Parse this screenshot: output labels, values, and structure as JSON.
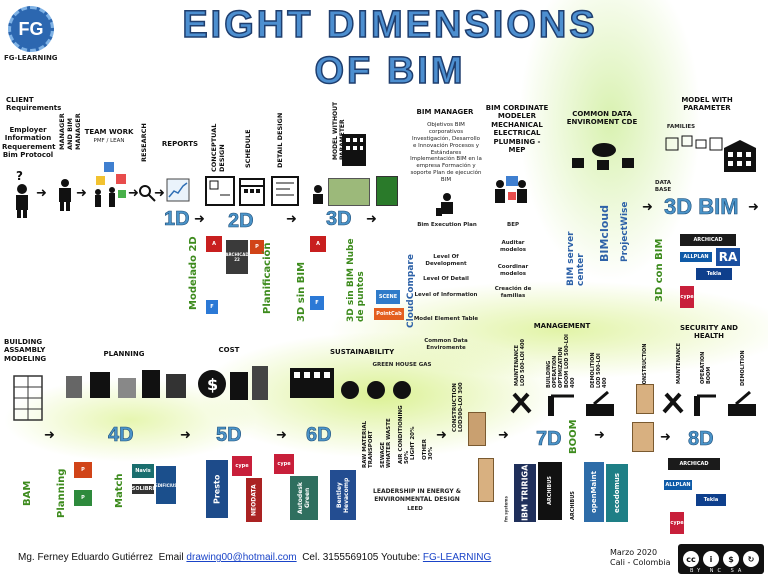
{
  "title": {
    "line1": "EIGHT DIMENSIONS",
    "line2": "OF BIM"
  },
  "logo": {
    "mark": "FG",
    "label": "FG-LEARNING"
  },
  "row1": {
    "client": "CLIENT Requirements",
    "manager_label": "MANAGER AND BIM MANAGER",
    "requirements": "Employer Information Requerement Bim Protocol",
    "team_work": "TEAM WORK",
    "team_sub": "PMF / LEAN",
    "research": "RESEARCH",
    "reports": "REPORTS",
    "conceptual": "CONCEPTUAL DESIGN",
    "schedule": "SCHEDULE",
    "detail": "DETAIL DESIGN",
    "model_without": "MODEL WITHOUT PARAMETER",
    "bim_manager": "BIM MANAGER",
    "bim_manager_tasks": "Objetivos BIM corporativos Investigación, Desarrollo e Innovación Procesos y Estándares Implementación BIM en la empresa Formación y soporte Plan de ejecución BIM",
    "bim_coordinate": "BIM CORDINATE MODELER MECHANICAL ELECTRICAL PLUMBING - MEP",
    "cde": "COMMON DATA ENVIROMENT CDE",
    "model_with": "MODEL WITH PARAMETER",
    "families": "FAMILIES",
    "database": "DATA BASE"
  },
  "dims": {
    "d1": "1D",
    "d2": "2D",
    "d3": "3D",
    "d3bim": "3D BIM",
    "d4": "4D",
    "d5": "5D",
    "d6": "6D",
    "d7": "7D",
    "d8": "8D"
  },
  "vertical_labels": {
    "modelado2d": "Modelado 2D",
    "planificacion": "Planificación",
    "sin_bim": "3D sin BIM",
    "nube": "3D sin BIM Nube de puntos",
    "con_bim": "3D con BIM",
    "bam": "BAM",
    "planning": "Planning",
    "match": "Match",
    "boom": "BOOM"
  },
  "bim_exec": {
    "plan": "Bim Execution Plan",
    "items": [
      "Level Of Development",
      "Level Of Detail",
      "Level of Information",
      "Model Element Table",
      "Common Data Enviromente"
    ]
  },
  "bep": {
    "title": "BEP",
    "items": [
      "Auditar modelos",
      "Coordinar modelos",
      "Creación de familias"
    ]
  },
  "row2": {
    "building": "BUILDING ASSAMBLY MODELING",
    "planning": "PLANNING",
    "cost": "COST",
    "sustainability": "SUSTAINABILITY",
    "green_house": "GREEN HOUSE GAS",
    "raw": "RAW MATERIAL TRANSPORT",
    "sewage": "SEWAGE WHATER WASTE",
    "air": "AIR CONDITIONING 50%",
    "light": "LIGHT 20%",
    "other": "OTHER 30%",
    "leadership": "LEADERSHIP IN ENERGY & ENVIRONMENTAL DESIGN",
    "leed": "LEED",
    "construction": "CONSTRUCTION LOD300-LOI 300",
    "management": "MANAGEMENT",
    "mgmt_items": [
      "MAINTENANCE LOD 500-LOI 400",
      "BUILDING OPERATION OPTIMIZATION BOOM LOD 500-LOI 400",
      "DEMOLITION LOD 500-LOI 400"
    ],
    "security": "SECURITY AND HEALTH",
    "sec_items": [
      "CONSTRUCTION",
      "MAINTENANCE",
      "OPERATION BOOM",
      "DEMOLITION"
    ]
  },
  "software": {
    "s2d": [
      "A",
      "ARCHICAD 22",
      "P",
      "F"
    ],
    "s3d_cloud": [
      "PointCab",
      "SCENE",
      "CloudCompare"
    ],
    "cde": [
      "BIM server center",
      "BIMcloud",
      "ProjectWise"
    ],
    "bimtools": [
      "ARCHICAD",
      "ALLPLAN",
      "Tekla",
      "RA",
      "cype"
    ],
    "s4d": [
      "Navis",
      "SOLIBRI",
      "EDIFICIUS"
    ],
    "s5d": [
      "Presto",
      "cype",
      "NEODATA"
    ],
    "s6d": [
      "Autodesk Green",
      "Bentley Hevacomp",
      "cype"
    ],
    "s7d": [
      "IBM TRIRIGA",
      "fm systems",
      "ARCHIBUS",
      "openMaint",
      "ecodomus"
    ],
    "s8d": [
      "ARCHICAD",
      "ALLPLAN",
      "Tekla",
      "cype"
    ]
  },
  "footer": {
    "author": "Mg. Ferney Eduardo Gutiérrez",
    "email_label": "Email",
    "email": "drawing00@hotmail.com",
    "cel": "Cel. 3155569105",
    "youtube_label": "Youtube:",
    "youtube": "FG-LEARNING",
    "date": "Marzo 2020",
    "place": "Cali  - Colombia",
    "license": "BY  NC  SA"
  },
  "colors": {
    "title_fill": "#4d8fd0",
    "title_stroke": "#1f3e6e",
    "dim_label": "#4a93c8",
    "green_text": "#3d8b1d",
    "blue_text": "#2e62a8",
    "link": "#1a44c8"
  }
}
